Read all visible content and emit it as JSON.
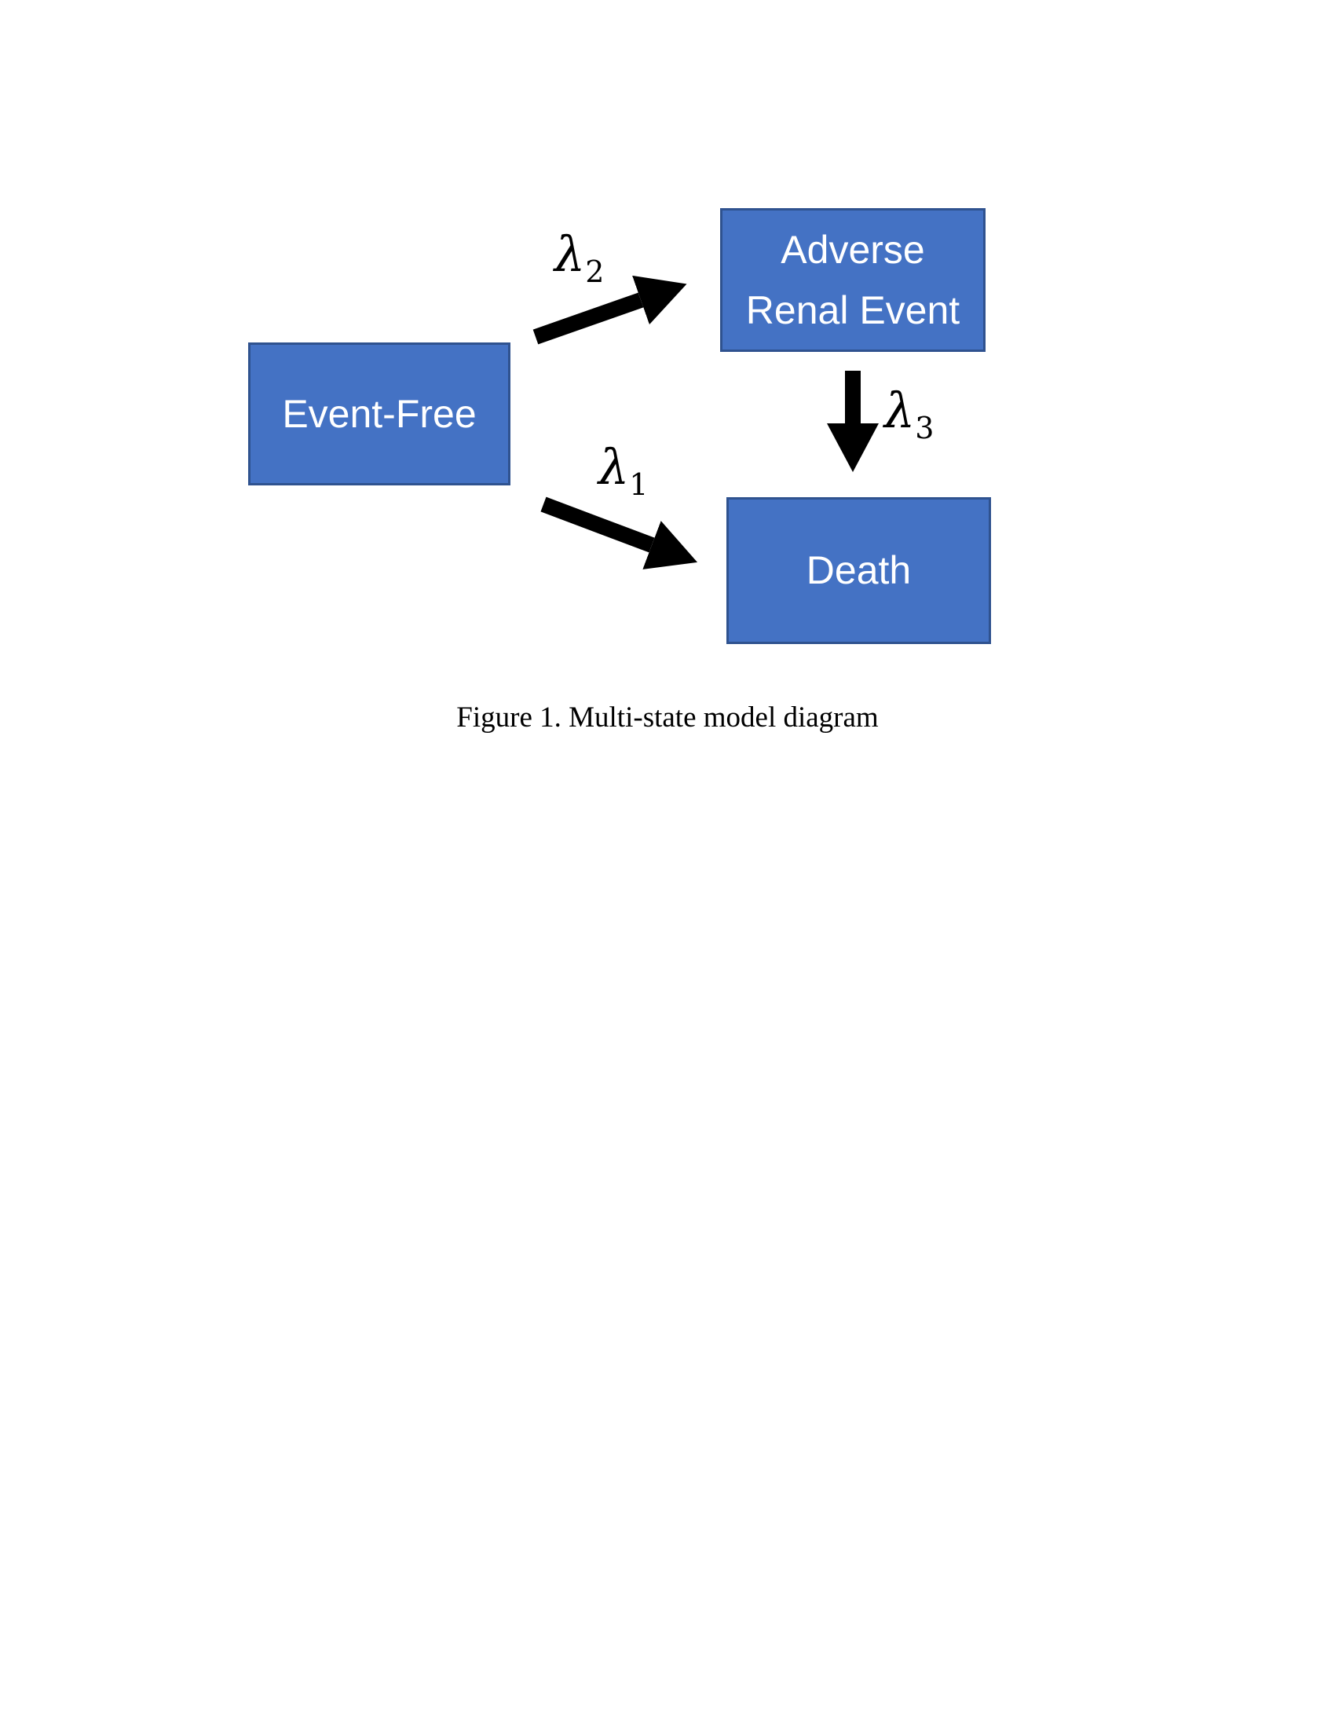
{
  "diagram": {
    "nodes": {
      "event_free": {
        "label": "Event-Free"
      },
      "adverse_renal_event": {
        "label": "Adverse Renal Event"
      },
      "death": {
        "label": "Death"
      }
    },
    "transitions": {
      "lambda1": {
        "symbol": "λ",
        "subscript": "1",
        "from": "Event-Free",
        "to": "Death"
      },
      "lambda2": {
        "symbol": "λ",
        "subscript": "2",
        "from": "Event-Free",
        "to": "Adverse Renal Event"
      },
      "lambda3": {
        "symbol": "λ",
        "subscript": "3",
        "from": "Adverse Renal Event",
        "to": "Death"
      }
    },
    "colors": {
      "node_fill": "#4472C4",
      "node_border": "#2F528F",
      "node_text": "#FFFFFF",
      "arrow": "#000000",
      "background": "#FFFFFF"
    }
  },
  "caption": {
    "text": "Figure 1. Multi-state model diagram"
  }
}
